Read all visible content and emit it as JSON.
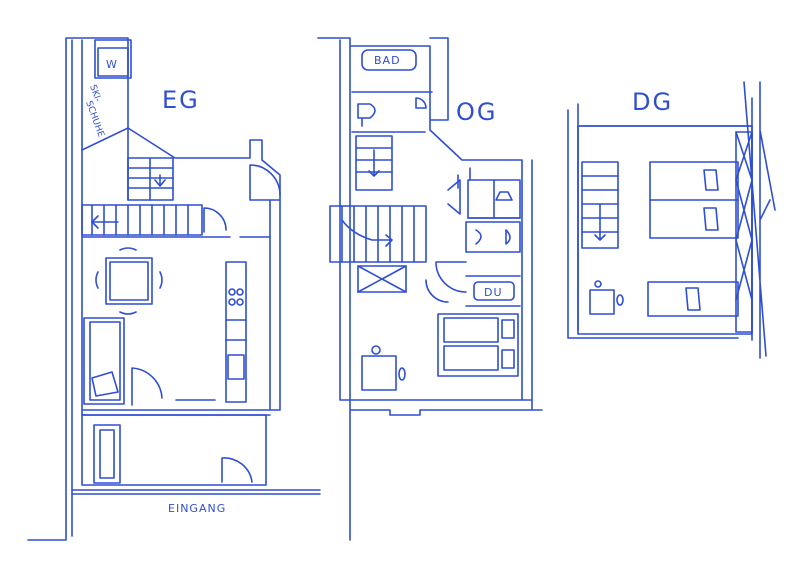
{
  "colors": {
    "ink": "#2f4fd3",
    "paper": "#ffffff",
    "light": "#dfe6ff"
  },
  "floors": {
    "eg": {
      "label": "EG"
    },
    "og": {
      "label": "OG"
    },
    "dg": {
      "label": "DG"
    }
  },
  "labels": {
    "ski_schuhe_1": "SKI-",
    "ski_schuhe_2": "SCHUHE",
    "w": "W",
    "bad": "BAD",
    "du": "DU",
    "eingang": "EINGANG"
  }
}
